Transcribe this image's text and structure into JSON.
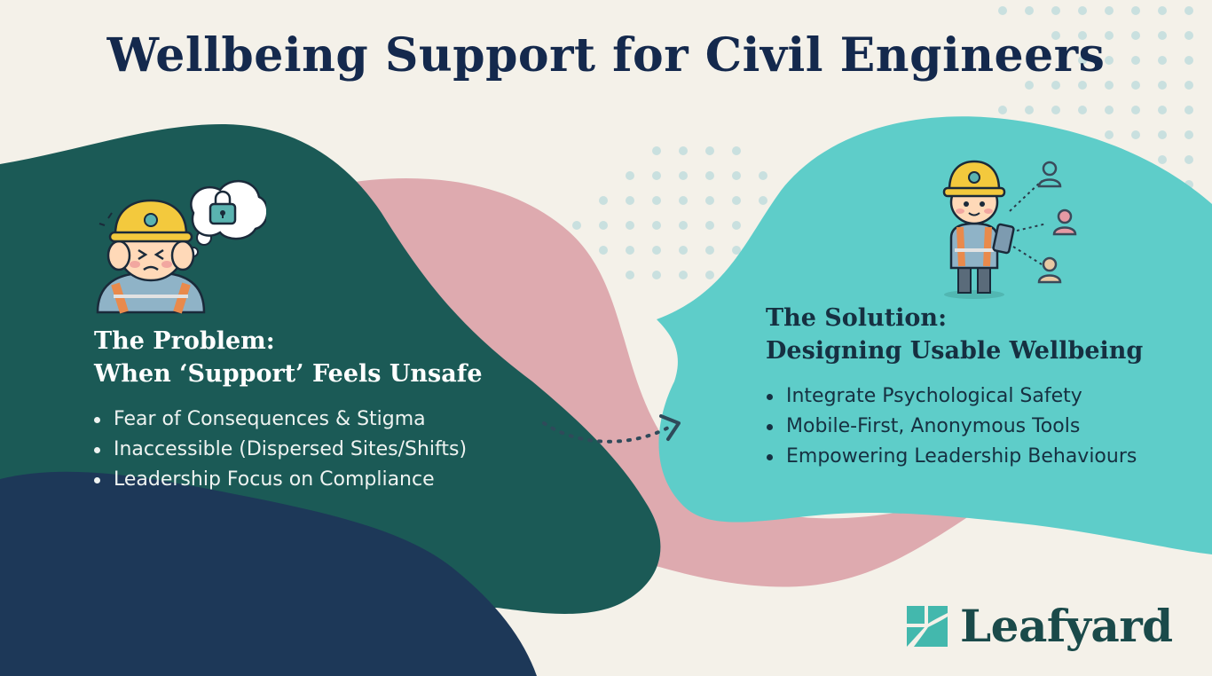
{
  "title": "Wellbeing Support for Civil Engineers",
  "problem": {
    "heading_line1": "The Problem:",
    "heading_line2": "When ‘Support’ Feels Unsafe",
    "bullets": [
      "Fear of Consequences & Stigma",
      "Inaccessible (Dispersed Sites/Shifts)",
      "Leadership Focus on Compliance"
    ]
  },
  "solution": {
    "heading_line1": "The Solution:",
    "heading_line2": "Designing Usable Wellbeing",
    "bullets": [
      "Integrate Psychological Safety",
      "Mobile-First, Anonymous Tools",
      "Empowering Leadership Behaviours"
    ]
  },
  "brand": {
    "name": "Leafyard"
  },
  "icons": {
    "problem_illustration": "stressed-engineer-icon",
    "thought_bubble": "lock-thought-bubble-icon",
    "solution_illustration": "engineer-with-tablet-icon",
    "people_network": "connected-people-icon",
    "transition": "dotted-arrow-icon",
    "logo": "leaf-logo-icon"
  },
  "colors": {
    "background": "#f4f1e9",
    "title": "#14294d",
    "problem_panel": "#1b5a56",
    "problem_panel_dark": "#1d3858",
    "pink_wave": "#deaaaf",
    "solution_panel": "#5ecdc9",
    "dots": "#c5dede",
    "brand": "#1a4a4a",
    "logo_mark": "#43b8ad"
  }
}
